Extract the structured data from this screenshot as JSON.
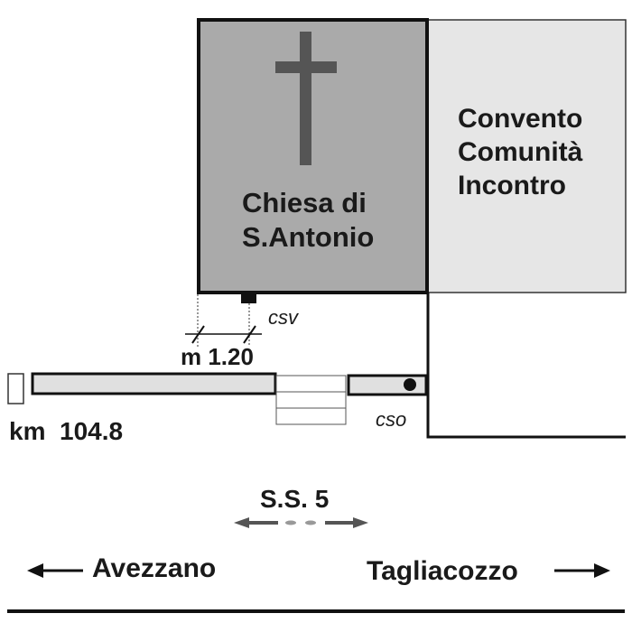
{
  "church": {
    "name_line1": "Chiesa di",
    "name_line2": "S.Antonio",
    "icon": "cross-icon"
  },
  "convent": {
    "line1": "Convento",
    "line2": "Comunità",
    "line3": "Incontro"
  },
  "labels": {
    "csv": "csv",
    "cso": "cso",
    "distance": "m 1.20",
    "km": "km  104.8",
    "road": "S.S. 5"
  },
  "directions": {
    "left": "Avezzano",
    "right": "Tagliacozzo"
  },
  "colors": {
    "church_fill": "#aaaaaa",
    "convent_fill": "#e6e6e6",
    "sidewalk_fill": "#e0e0e0",
    "cross": "#555555",
    "line": "#111111"
  }
}
